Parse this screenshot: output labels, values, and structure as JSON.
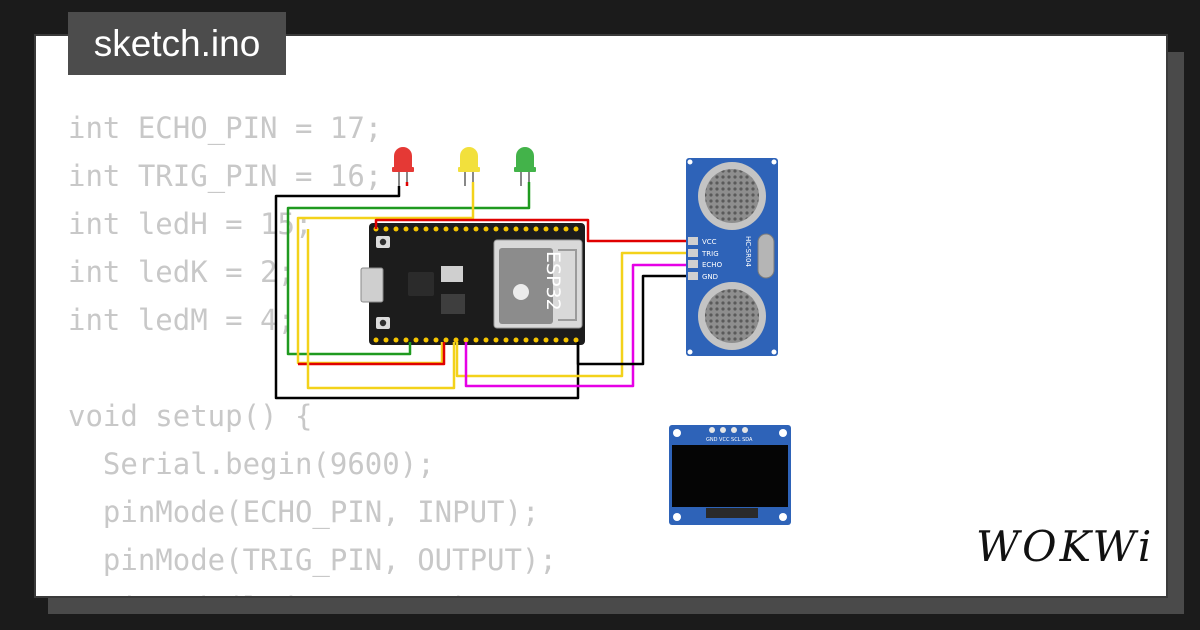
{
  "tab": {
    "title": "sketch.ino"
  },
  "code": {
    "lines": [
      "int ECHO_PIN = 17;",
      "int TRIG_PIN = 16;",
      "int ledH = 15;",
      "int ledK = 2;",
      "int ledM = 4;",
      "",
      "void setup() {",
      "  Serial.begin(9600);",
      "  pinMode(ECHO_PIN, INPUT);",
      "  pinMode(TRIG_PIN, OUTPUT);",
      "  pinMode(ledH, OUTPUT);"
    ]
  },
  "board": {
    "label": "ESP32"
  },
  "sensor": {
    "model": "HC-SR04",
    "pins": [
      "VCC",
      "TRIG",
      "ECHO",
      "GND"
    ]
  },
  "oled": {
    "pins": "GND VCC SCL SDA"
  },
  "leds": [
    {
      "color": "#e53935"
    },
    {
      "color": "#f2e03c"
    },
    {
      "color": "#43b34a"
    }
  ],
  "wires": {
    "red": "#e00000",
    "green": "#1f9a1f",
    "yellow": "#f3d21a",
    "black": "#000000",
    "magenta": "#e600e6"
  },
  "logo": {
    "text": "WOKWi"
  }
}
